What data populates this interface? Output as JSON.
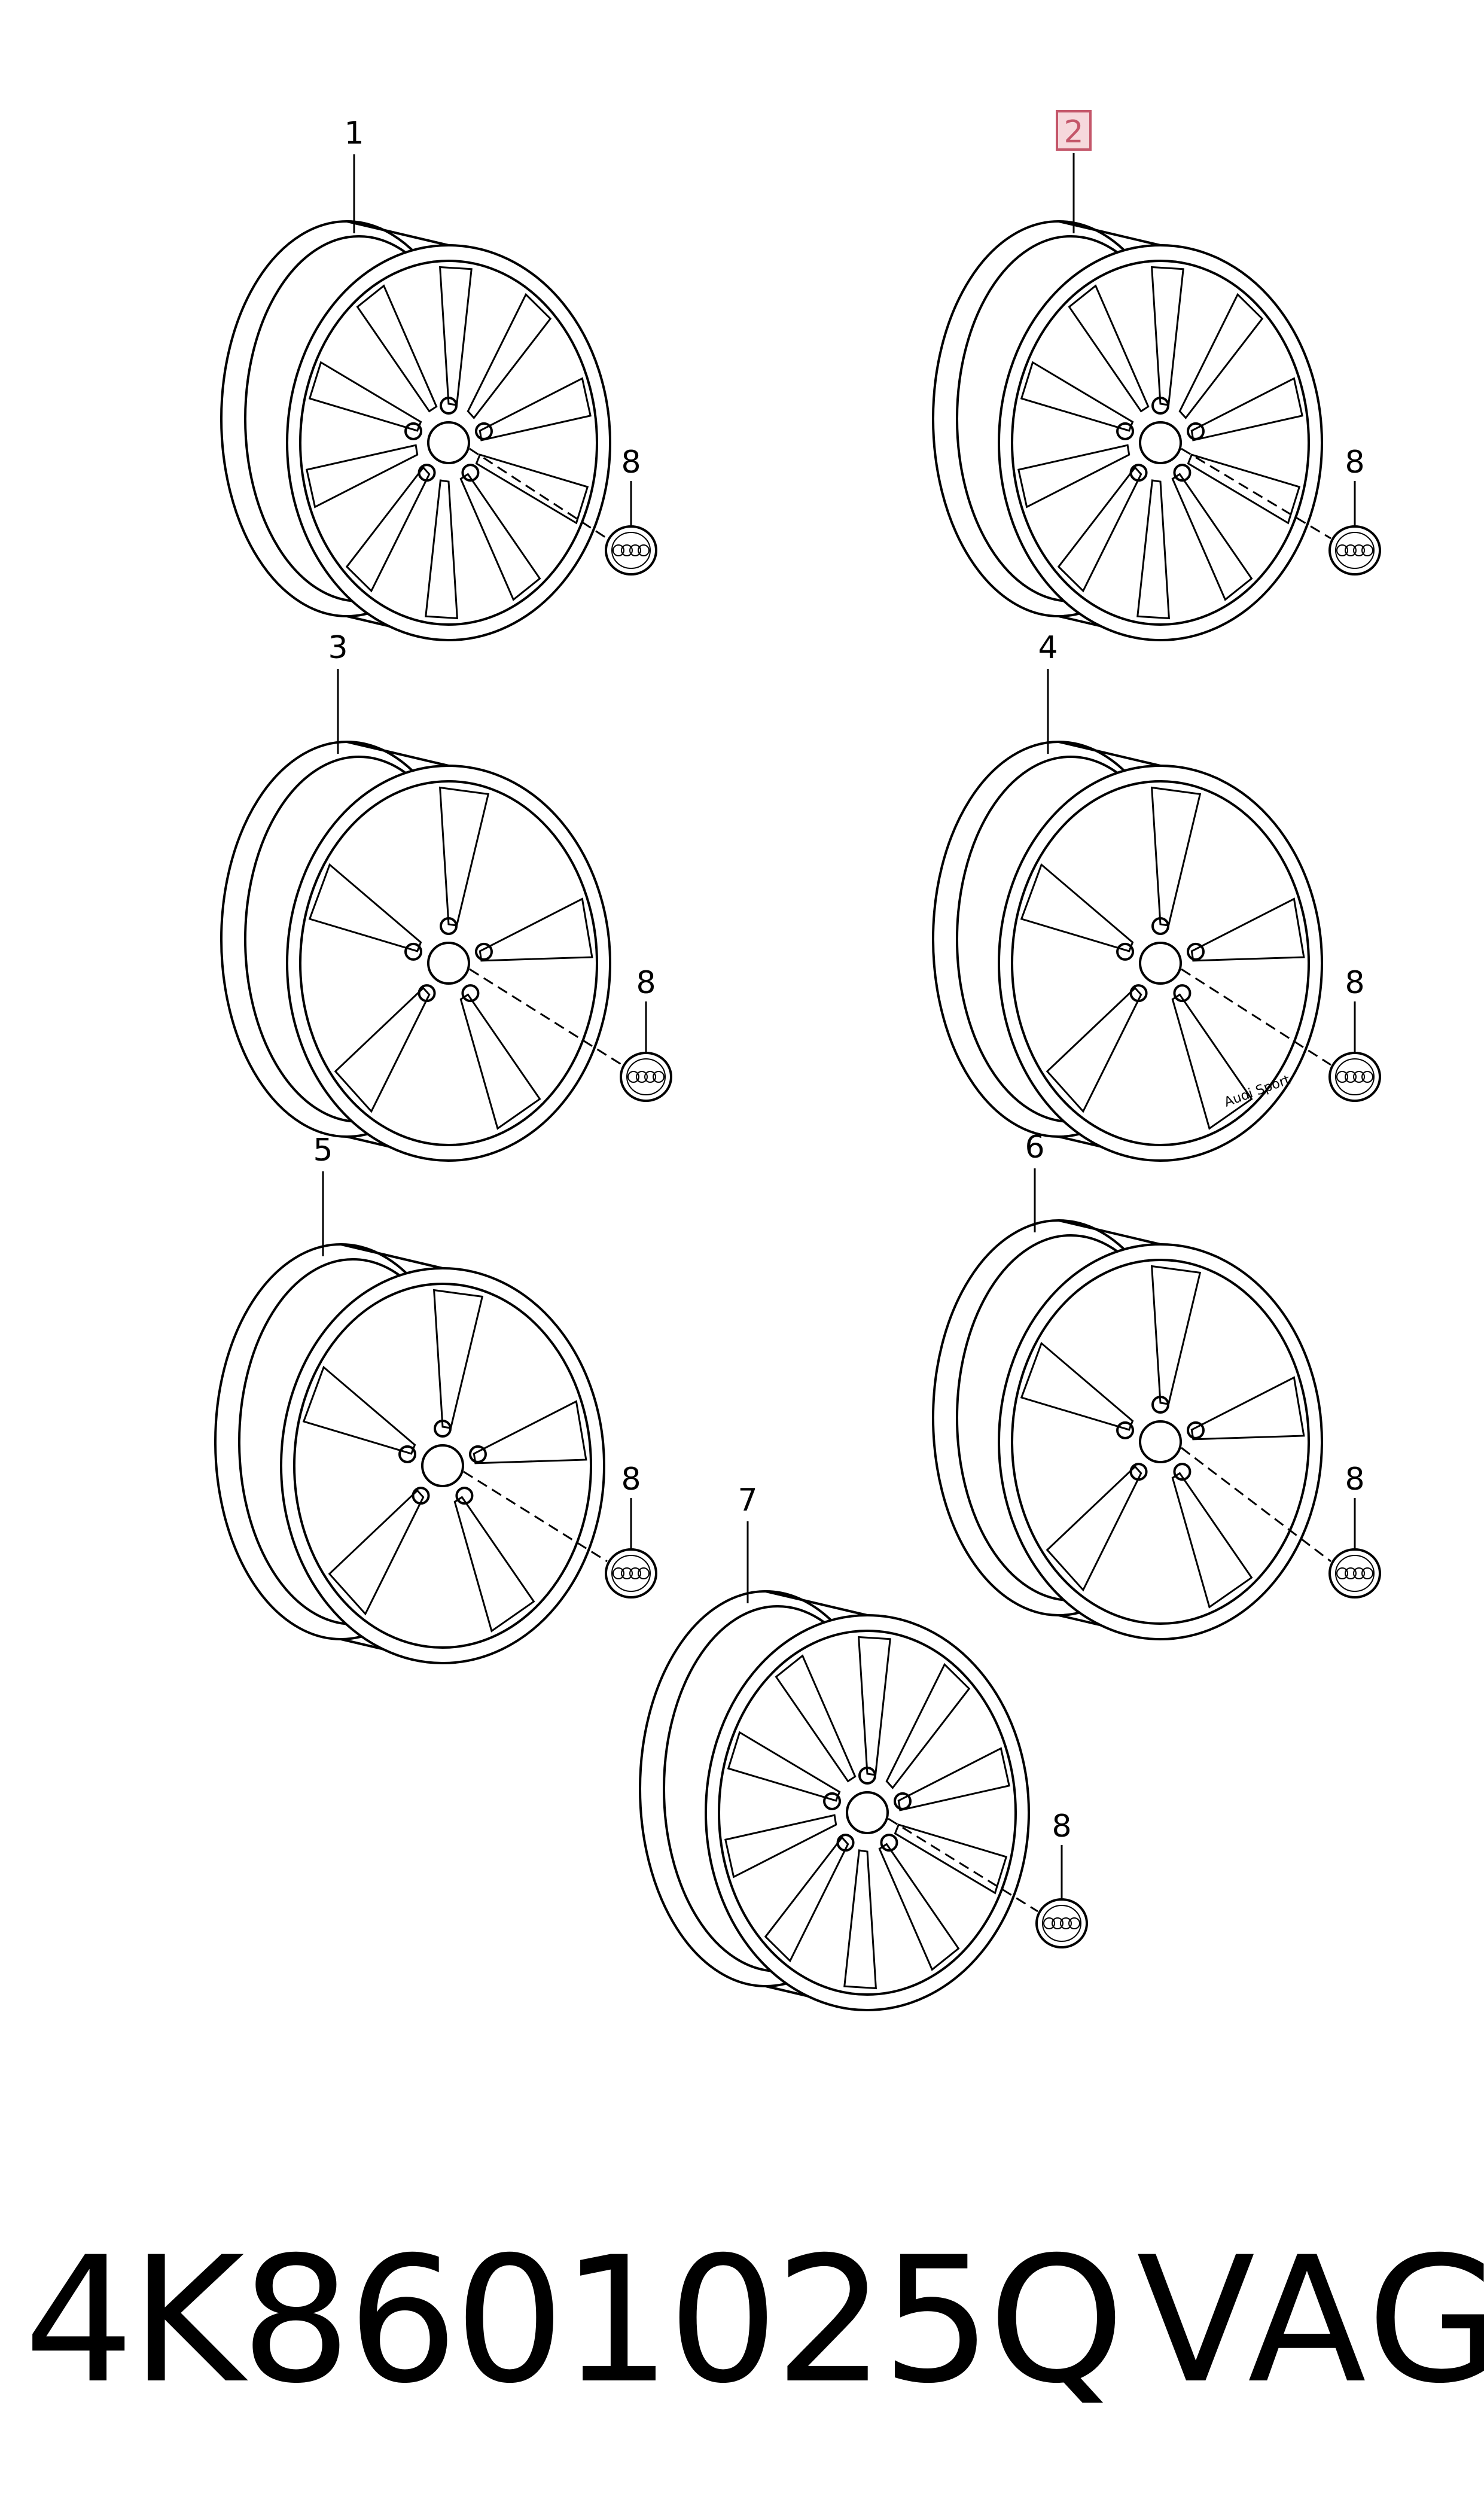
{
  "diagram": {
    "wheels": [
      {
        "callout": "1",
        "highlighted": false,
        "spokes": 10,
        "badge": "8"
      },
      {
        "callout": "2",
        "highlighted": true,
        "spokes": 10,
        "badge": "8"
      },
      {
        "callout": "3",
        "highlighted": false,
        "spokes": 5,
        "badge": "8"
      },
      {
        "callout": "4",
        "highlighted": false,
        "spokes": 5,
        "badge": "8",
        "rim_text": "Audi Sport"
      },
      {
        "callout": "5",
        "highlighted": false,
        "spokes": 5,
        "badge": "8"
      },
      {
        "callout": "6",
        "highlighted": false,
        "spokes": 5,
        "badge": "8"
      },
      {
        "callout": "7",
        "highlighted": false,
        "spokes": 10,
        "badge": "8"
      }
    ],
    "highlight_color": "#c4566a"
  },
  "footer": {
    "part_number": "4K8601025Q",
    "brand": "VAG"
  }
}
